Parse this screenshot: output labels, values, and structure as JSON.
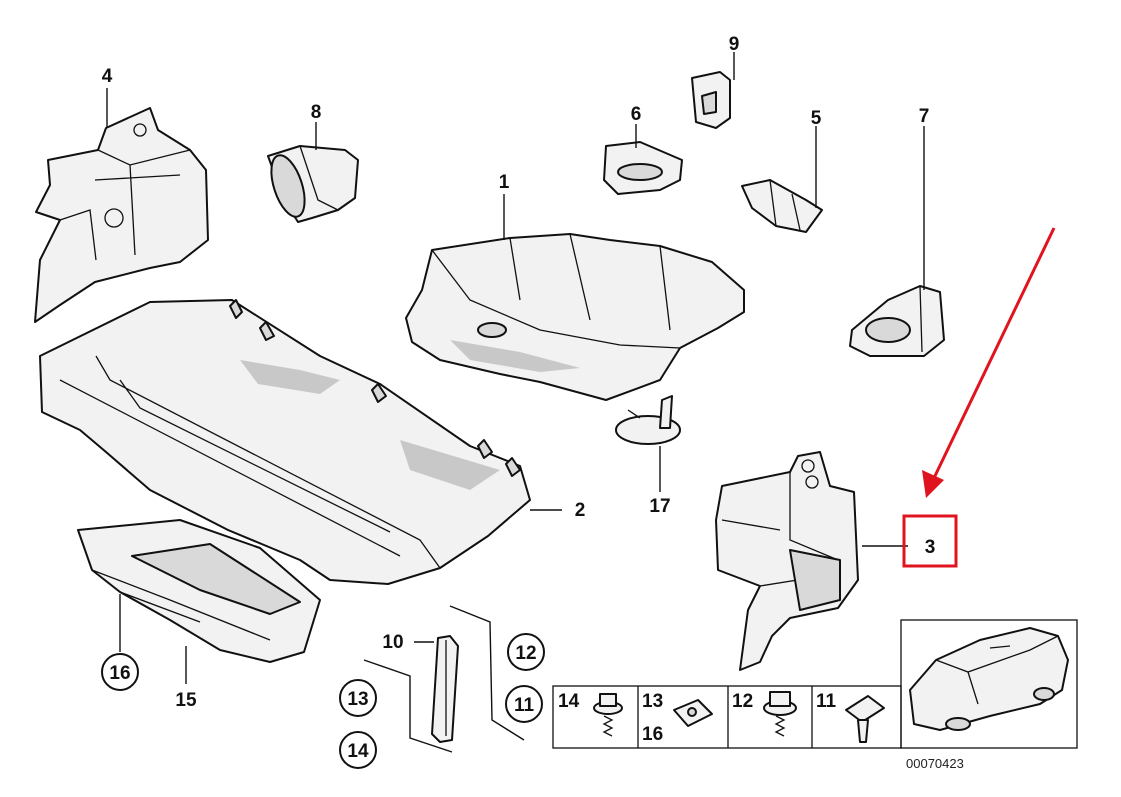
{
  "callouts": {
    "c1": "1",
    "c2": "2",
    "c3": "3",
    "c4": "4",
    "c5": "5",
    "c6": "6",
    "c7": "7",
    "c8": "8",
    "c9": "9",
    "c10": "10",
    "c15": "15",
    "c17": "17",
    "circled12": "12",
    "circled11": "11",
    "circled13": "13",
    "circled14": "14",
    "circled16": "16"
  },
  "legend": {
    "f14": "14",
    "f13": "13",
    "f16": "16",
    "f12": "12",
    "f11": "11"
  },
  "reference_number": "00070423",
  "highlight": {
    "part": "3",
    "color": "#e0141e"
  }
}
